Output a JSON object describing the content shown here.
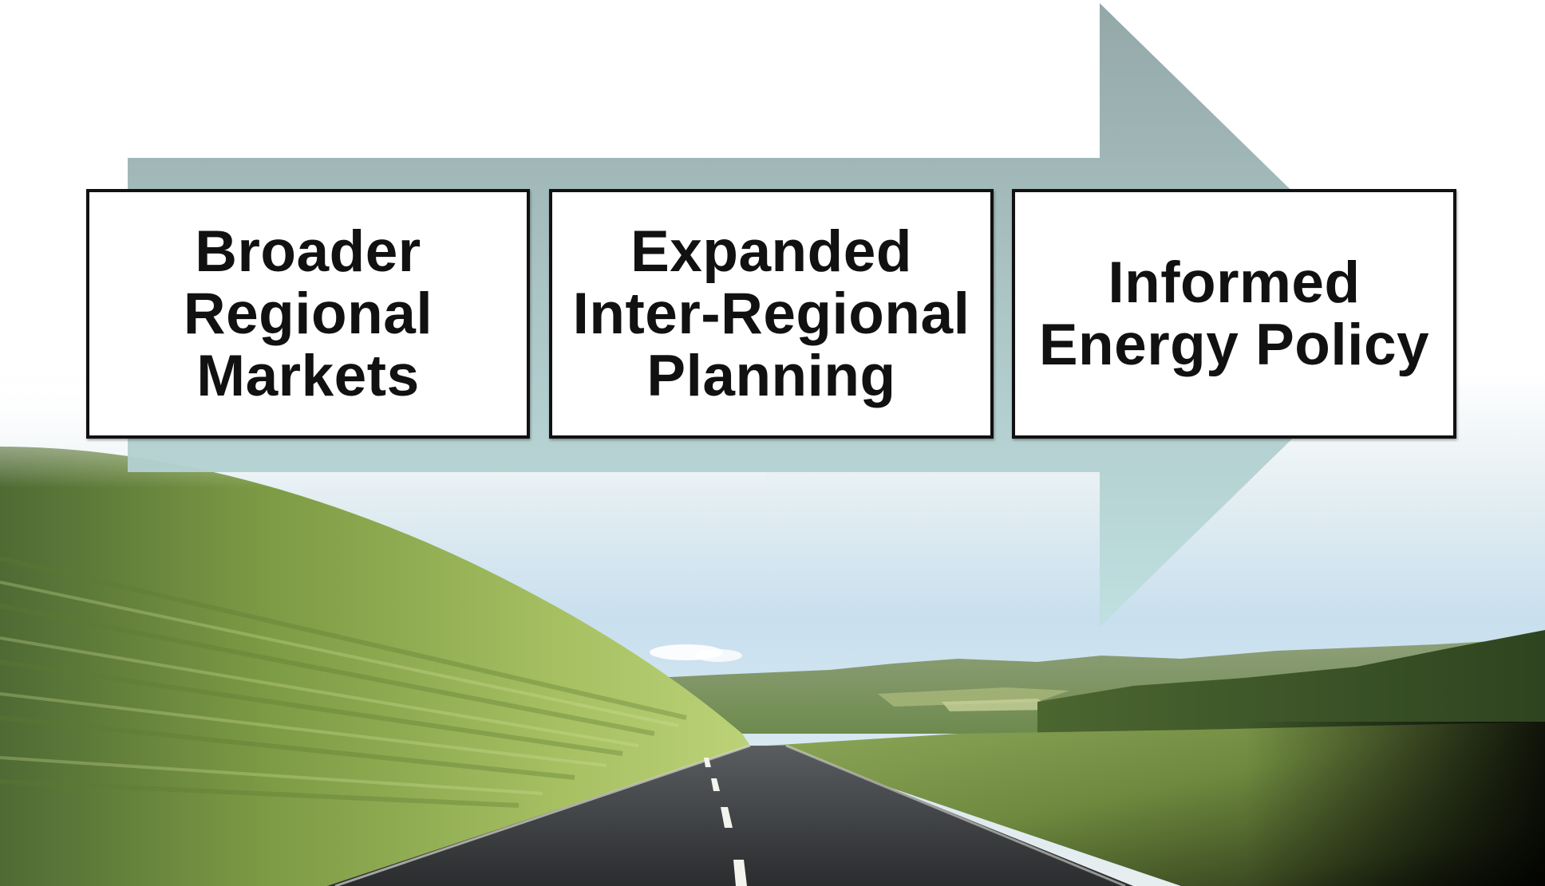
{
  "diagram": {
    "steps": [
      {
        "lines": [
          "Broader",
          "Regional",
          "Markets"
        ]
      },
      {
        "lines": [
          "Expanded",
          "Inter-Regional",
          "Planning"
        ]
      },
      {
        "lines": [
          "Informed",
          "Energy Policy"
        ]
      }
    ]
  },
  "colors": {
    "arrow_top": "#8ea3a3",
    "arrow_bottom": "#bfe0e0",
    "box_border": "#111111",
    "box_fill": "#ffffff",
    "text": "#111111"
  },
  "background": {
    "scene": "highway through green countryside under blue sky"
  }
}
